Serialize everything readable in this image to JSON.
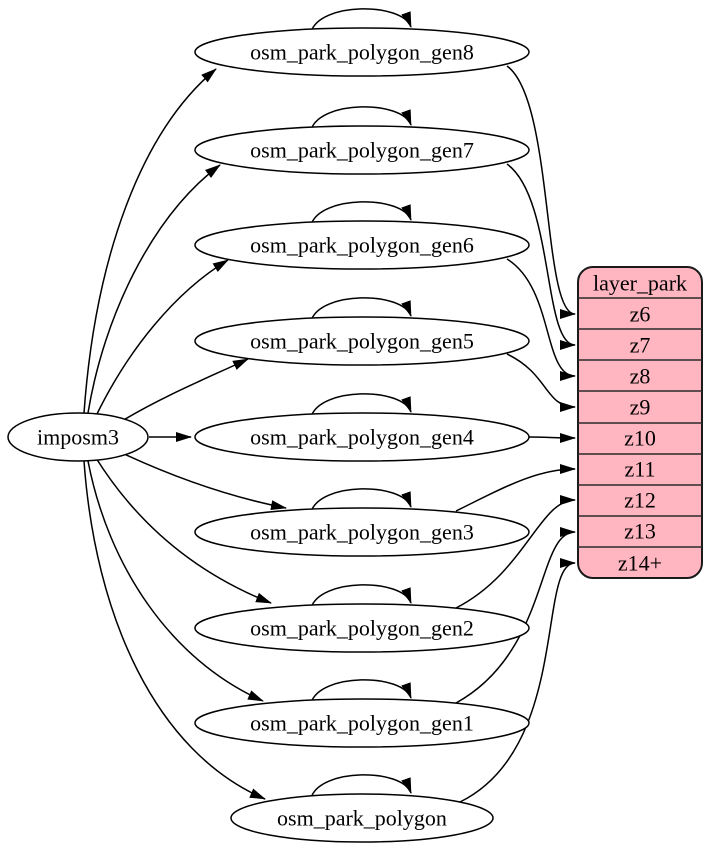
{
  "diagram": {
    "type": "dependency-graph",
    "source": {
      "label": "imposm3"
    },
    "tables": [
      {
        "label": "osm_park_polygon_gen8",
        "target_row": "z6",
        "self_loop": true
      },
      {
        "label": "osm_park_polygon_gen7",
        "target_row": "z7",
        "self_loop": true
      },
      {
        "label": "osm_park_polygon_gen6",
        "target_row": "z8",
        "self_loop": true
      },
      {
        "label": "osm_park_polygon_gen5",
        "target_row": "z9",
        "self_loop": true
      },
      {
        "label": "osm_park_polygon_gen4",
        "target_row": "z10",
        "self_loop": true
      },
      {
        "label": "osm_park_polygon_gen3",
        "target_row": "z11",
        "self_loop": true
      },
      {
        "label": "osm_park_polygon_gen2",
        "target_row": "z12",
        "self_loop": true
      },
      {
        "label": "osm_park_polygon_gen1",
        "target_row": "z13",
        "self_loop": true
      },
      {
        "label": "osm_park_polygon",
        "target_row": "z14+",
        "self_loop": true
      }
    ],
    "layer": {
      "title": "layer_park",
      "rows": [
        "z6",
        "z7",
        "z8",
        "z9",
        "z10",
        "z11",
        "z12",
        "z13",
        "z14+"
      ],
      "fill_color": "#ffb6c1",
      "stroke_color": "#1a1a1a"
    },
    "colors": {
      "background": "#ffffff",
      "node_fill": "#ffffff",
      "edge_color": "#000000",
      "text_color": "#000000"
    }
  }
}
